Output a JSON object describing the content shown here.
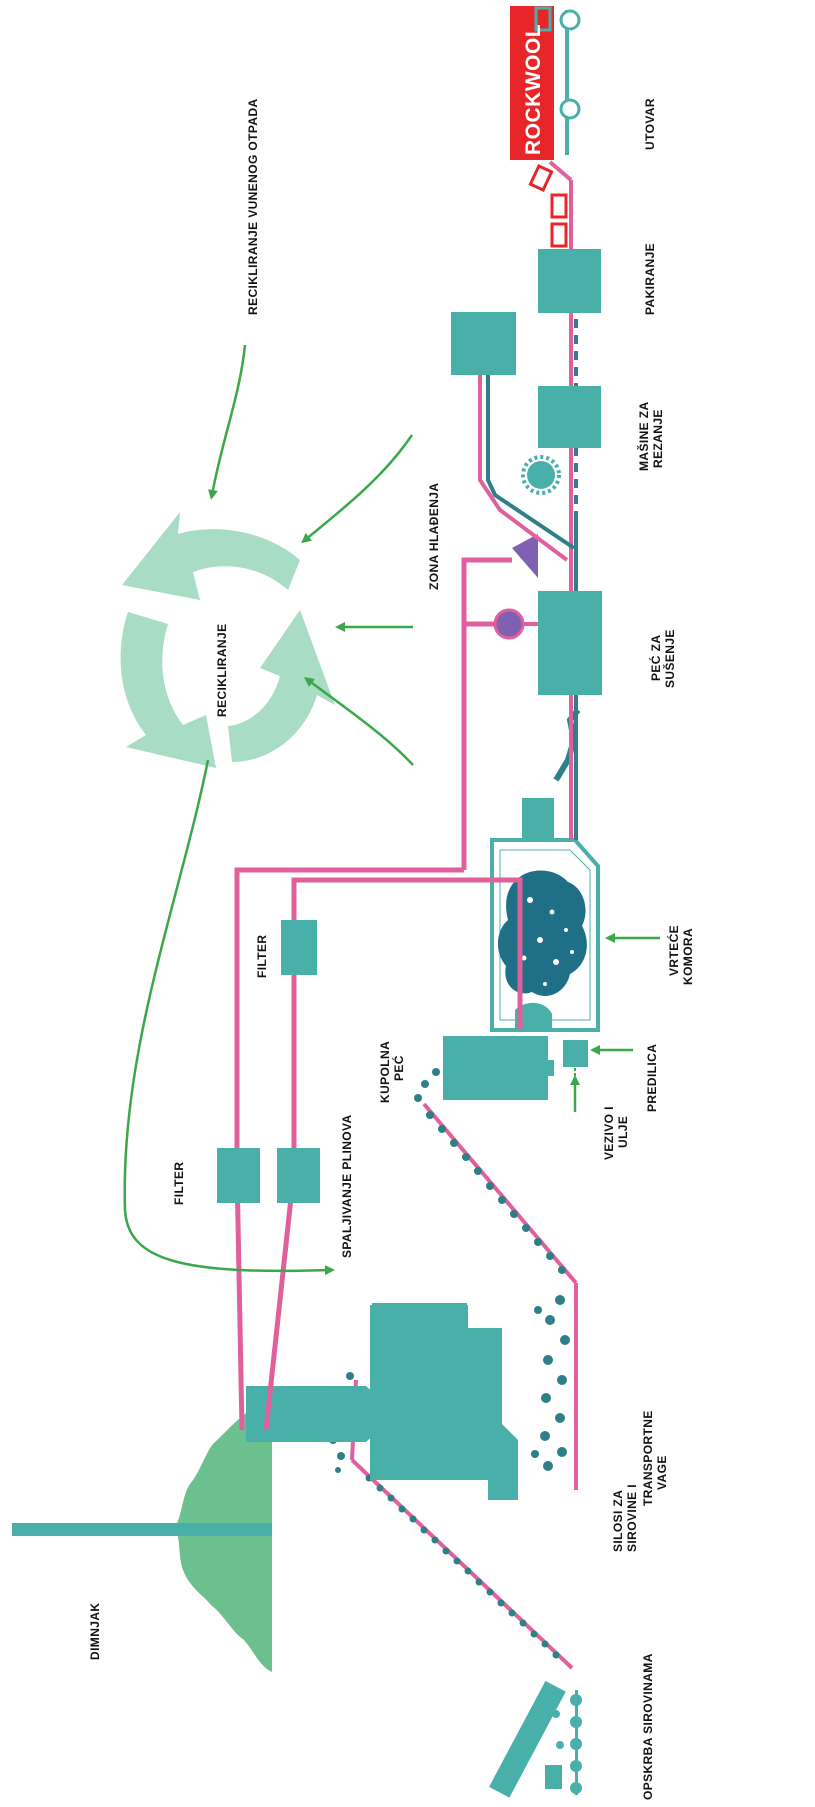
{
  "brand": {
    "logo_text": "ROCKWOOL"
  },
  "colors": {
    "teal": "#48b0a8",
    "dark_teal": "#2e7f87",
    "pink": "#e0609c",
    "green_arrow": "#3aa84a",
    "light_green": "#a8dcc4",
    "chimney_green": "#6cc08e",
    "purple": "#8060b0",
    "red": "#e8262a"
  },
  "labels": {
    "opskrba": "OPSKRBA SIROVINAMA",
    "dimnjak": "DIMNJAK",
    "silosi_1": "SILOSI ZA",
    "silosi_2": "SIROVINE I",
    "transportne_1": "TRANSPORTNE",
    "transportne_2": "VAGE",
    "spaljivanje": "SPALJIVANJE PLINOVA",
    "filter_1": "FILTER",
    "filter_2": "FILTER",
    "kupolna_1": "KUPOLNA",
    "kupolna_2": "PEĆ",
    "vezivo_1": "VEZIVO I",
    "vezivo_2": "ULJE",
    "predilica": "PREDILICA",
    "vrtece_1": "VRTEĆE",
    "vrtece_2": "KOMORA",
    "pec_susenje_1": "PEĆ ZA",
    "pec_susenje_2": "SUŠENJE",
    "zona": "ZONA HLAĐENJA",
    "masine_1": "MAŠINE ZA",
    "masine_2": "REZANJE",
    "pakiranje": "PAKIRANJE",
    "utovar": "UTOVAR",
    "recikliranje": "RECIKLIRANJE",
    "recikliranje_otpada": "RECIKLIRANJE VUNENOG OTPADA"
  }
}
